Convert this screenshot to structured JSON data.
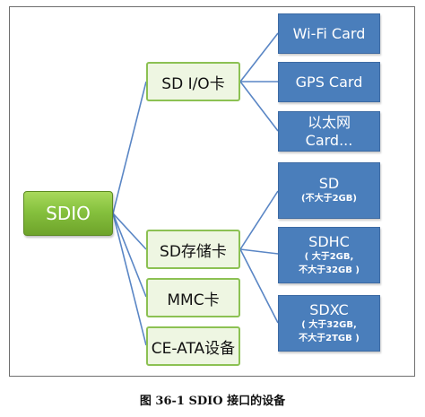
{
  "root": {
    "label": "SDIO"
  },
  "branches": [
    {
      "label": "SD I/O卡",
      "children": [
        {
          "title": "Wi-Fi Card"
        },
        {
          "title": "GPS Card"
        },
        {
          "title": "以太网",
          "title2": "Card..."
        }
      ]
    },
    {
      "label": "SD存储卡",
      "children": [
        {
          "title": "SD",
          "detail": "(不大于2GB)"
        },
        {
          "title": "SDHC",
          "detail": "( 大于2GB,",
          "detail2": "不大于32GB )"
        },
        {
          "title": "SDXC",
          "detail": "( 大于32GB,",
          "detail2": "不大于2TGB )"
        }
      ]
    },
    {
      "label": "MMC卡"
    },
    {
      "label": "CE-ATA设备"
    }
  ],
  "caption": "图 36-1 SDIO 接口的设备",
  "colors": {
    "root_green": "#86c13e",
    "mid_border": "#8cc153",
    "mid_fill": "#eef6e2",
    "leaf_blue": "#4a7ebb",
    "connector": "#5a86c5"
  }
}
